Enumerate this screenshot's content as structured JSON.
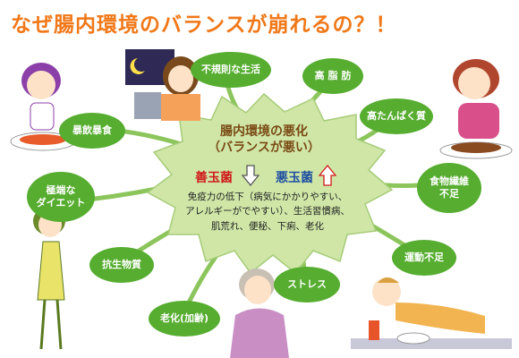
{
  "title": "なぜ腸内環境のバランスが崩れるの？！",
  "center": {
    "heading": "腸内環境の悪化\n（バランスが悪い）",
    "good_bacteria": "善玉菌",
    "bad_bacteria": "悪玉菌",
    "effects": "免疫力の低下（病気にかかりやすい、\nアレルギーがでやすい）、生活習慣病、\n肌荒れ、便秘、下痢、老化"
  },
  "causes": [
    {
      "id": "irregular",
      "label": "不規則な生活"
    },
    {
      "id": "fat",
      "label": "高 脂 肪"
    },
    {
      "id": "protein",
      "label": "高たんぱく質"
    },
    {
      "id": "fiber",
      "label": "食物繊維\n不足"
    },
    {
      "id": "exercise",
      "label": "運動不足"
    },
    {
      "id": "stress",
      "label": "ストレス"
    },
    {
      "id": "aging",
      "label": "老化(加齢)"
    },
    {
      "id": "antibiotics",
      "label": "抗生物質"
    },
    {
      "id": "diet",
      "label": "極端な\nダイエット"
    },
    {
      "id": "overeat",
      "label": "暴飲暴食"
    }
  ],
  "colors": {
    "title": "#f07818",
    "bubble": "#56ad2f",
    "burst": "#cfe6a7",
    "good": "#d01a1a",
    "bad": "#1f4fa0"
  }
}
